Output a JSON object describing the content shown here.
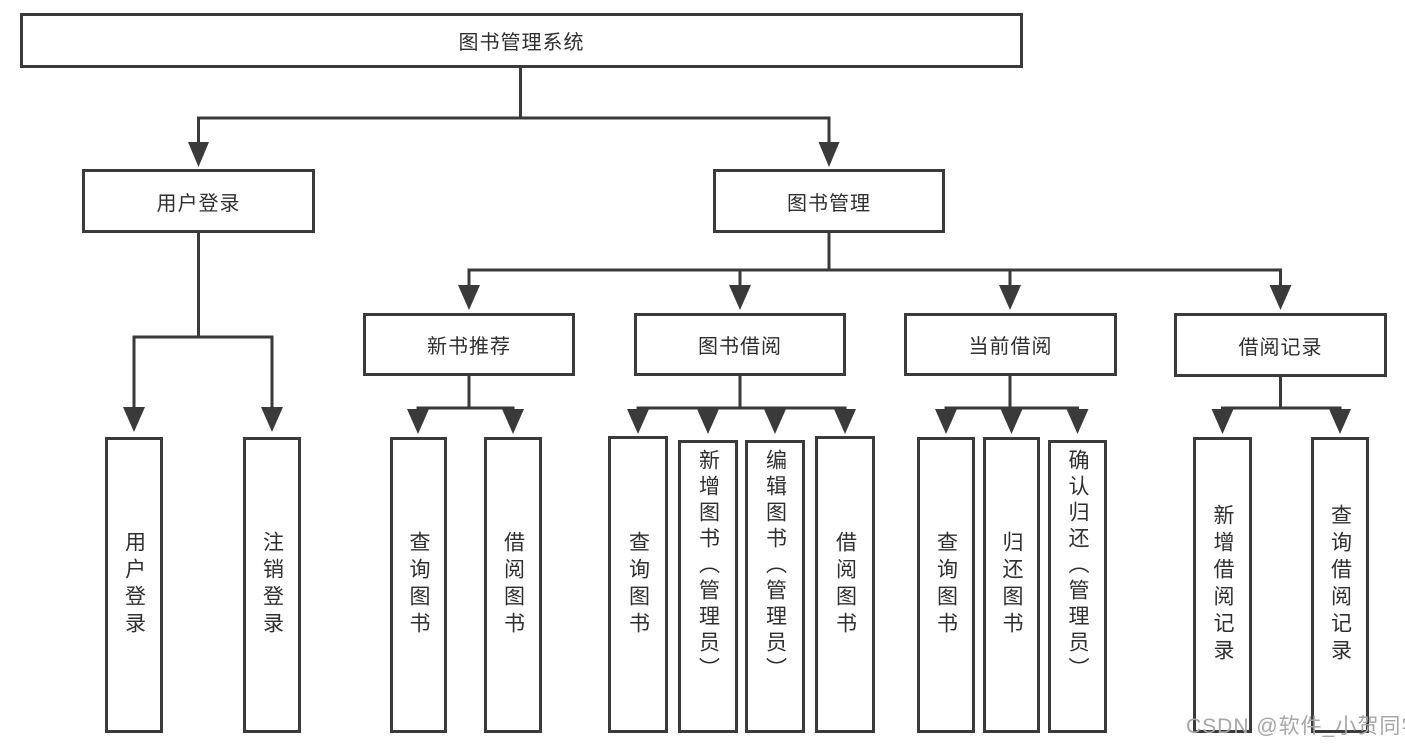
{
  "tree": {
    "label": "图书管理系统",
    "children": [
      {
        "label": "用户登录",
        "children": [
          {
            "label": "用户登录"
          },
          {
            "label": "注销登录"
          }
        ]
      },
      {
        "label": "图书管理",
        "children": [
          {
            "label": "新书推荐",
            "children": [
              {
                "label": "查询图书"
              },
              {
                "label": "借阅图书"
              }
            ]
          },
          {
            "label": "图书借阅",
            "children": [
              {
                "label": "查询图书"
              },
              {
                "label": "新增图书（管理员）"
              },
              {
                "label": "编辑图书（管理员）"
              },
              {
                "label": "借阅图书"
              }
            ]
          },
          {
            "label": "当前借阅",
            "children": [
              {
                "label": "查询图书"
              },
              {
                "label": "归还图书"
              },
              {
                "label": "确认归还（管理员）"
              }
            ]
          },
          {
            "label": "借阅记录",
            "children": [
              {
                "label": "新增借阅记录"
              },
              {
                "label": "查询借阅记录"
              }
            ]
          }
        ]
      }
    ]
  },
  "watermark": {
    "text": "CSDN @软件_小贺同学"
  },
  "colors": {
    "line": "#3a3a3a",
    "text": "#2f2f2f",
    "background": "#ffffff",
    "watermark": "#a6a6a6"
  }
}
